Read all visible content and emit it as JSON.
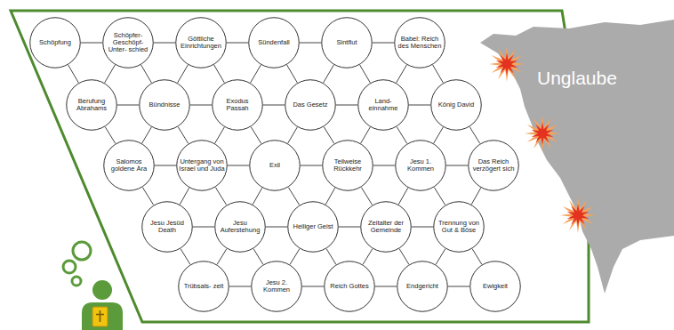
{
  "diagram": {
    "nodes": [
      {
        "text": [
          "Schöpfung"
        ]
      },
      {
        "text": [
          "Schöpfer- Geschöpf- Unter- schied"
        ]
      },
      {
        "text": [
          "Göttliche Einrichtungen"
        ]
      },
      {
        "text": [
          "Sündenfall"
        ]
      },
      {
        "text": [
          "Sintflut"
        ]
      },
      {
        "text": [
          "Babel: Reich des Menschen"
        ]
      },
      {
        "text": [
          "Berufung Abrahams"
        ]
      },
      {
        "text": [
          "Bündnisse"
        ]
      },
      {
        "text": [
          "Exodus Passah"
        ]
      },
      {
        "text": [
          "Das Gesetz"
        ]
      },
      {
        "text": [
          "Land- einnahme"
        ]
      },
      {
        "text": [
          "König David"
        ]
      },
      {
        "text": [
          "Salomos goldene Ära"
        ]
      },
      {
        "text": [
          "Untergang von Israel und Juda"
        ]
      },
      {
        "text": [
          "Exil"
        ]
      },
      {
        "text": [
          "Teilweise Rückkehr"
        ]
      },
      {
        "text": [
          "Jesu 1. Kommen"
        ]
      },
      {
        "text": [
          "Das Reich verzögert sich"
        ]
      },
      {
        "text": [
          "Jesu Jesüd Death"
        ]
      },
      {
        "text": [
          "Jesu Auferstehung"
        ]
      },
      {
        "text": [
          "Heiliger Geist"
        ]
      },
      {
        "text": [
          "Zeitalter der Gemeinde"
        ]
      },
      {
        "text": [
          "Trennung von Gut & Böse"
        ]
      },
      {
        "text": [
          "Trübsals- zeit"
        ]
      },
      {
        "text": [
          "Jesu 2. Kommen"
        ]
      },
      {
        "text": [
          "Reich Gottes"
        ]
      },
      {
        "text": [
          "Endgericht"
        ]
      },
      {
        "text": [
          "Ewigkeit"
        ]
      },
      {
        "text": [
          "Unglaube"
        ]
      }
    ],
    "edges": [
      {
        "from": 0,
        "to": 1,
        "arrow": "none"
      },
      {
        "from": 1,
        "to": 2,
        "arrow": "none"
      },
      {
        "from": 2,
        "to": 3,
        "arrow": "none"
      },
      {
        "from": 3,
        "to": 4,
        "arrow": "none"
      },
      {
        "from": 4,
        "to": 5,
        "arrow": "none"
      },
      {
        "from": 6,
        "to": 7,
        "arrow": "none"
      },
      {
        "from": 7,
        "to": 8,
        "arrow": "none"
      },
      {
        "from": 8,
        "to": 9,
        "arrow": "none"
      },
      {
        "from": 9,
        "to": 10,
        "arrow": "none"
      },
      {
        "from": 10,
        "to": 11,
        "arrow": "none"
      },
      {
        "from": 12,
        "to": 13,
        "arrow": "none"
      },
      {
        "from": 13,
        "to": 14,
        "arrow": "none"
      },
      {
        "from": 14,
        "to": 15,
        "arrow": "none"
      },
      {
        "from": 15,
        "to": 16,
        "arrow": "none"
      },
      {
        "from": 16,
        "to": 17,
        "arrow": "none"
      },
      {
        "from": 18,
        "to": 19,
        "arrow": "none"
      },
      {
        "from": 19,
        "to": 20,
        "arrow": "none"
      },
      {
        "from": 20,
        "to": 21,
        "arrow": "none"
      },
      {
        "from": 21,
        "to": 22,
        "arrow": "none"
      },
      {
        "from": 23,
        "to": 24,
        "arrow": "none"
      },
      {
        "from": 24,
        "to": 25,
        "arrow": "none"
      },
      {
        "from": 25,
        "to": 26,
        "arrow": "none"
      },
      {
        "from": 26,
        "to": 27,
        "arrow": "none"
      },
      {
        "from": 0,
        "to": 6,
        "arrow": "none"
      },
      {
        "from": 1,
        "to": 6,
        "arrow": "none"
      },
      {
        "from": 1,
        "to": 7,
        "arrow": "none"
      },
      {
        "from": 2,
        "to": 7,
        "arrow": "none"
      },
      {
        "from": 2,
        "to": 8,
        "arrow": "none"
      },
      {
        "from": 3,
        "to": 8,
        "arrow": "none"
      },
      {
        "from": 3,
        "to": 9,
        "arrow": "none"
      },
      {
        "from": 4,
        "to": 9,
        "arrow": "none"
      },
      {
        "from": 4,
        "to": 10,
        "arrow": "none"
      },
      {
        "from": 5,
        "to": 10,
        "arrow": "none"
      },
      {
        "from": 5,
        "to": 11,
        "arrow": "none"
      },
      {
        "from": 6,
        "to": 12,
        "arrow": "none"
      },
      {
        "from": 7,
        "to": 12,
        "arrow": "none"
      },
      {
        "from": 7,
        "to": 13,
        "arrow": "none"
      },
      {
        "from": 8,
        "to": 13,
        "arrow": "none"
      },
      {
        "from": 8,
        "to": 14,
        "arrow": "none"
      },
      {
        "from": 9,
        "to": 14,
        "arrow": "none"
      },
      {
        "from": 9,
        "to": 15,
        "arrow": "none"
      },
      {
        "from": 10,
        "to": 15,
        "arrow": "none"
      },
      {
        "from": 10,
        "to": 16,
        "arrow": "none"
      },
      {
        "from": 11,
        "to": 16,
        "arrow": "none"
      },
      {
        "from": 11,
        "to": 17,
        "arrow": "none"
      },
      {
        "from": 12,
        "to": 18,
        "arrow": "none"
      },
      {
        "from": 13,
        "to": 18,
        "arrow": "none"
      },
      {
        "from": 13,
        "to": 19,
        "arrow": "none"
      },
      {
        "from": 14,
        "to": 19,
        "arrow": "none"
      },
      {
        "from": 14,
        "to": 20,
        "arrow": "none"
      },
      {
        "from": 15,
        "to": 20,
        "arrow": "none"
      },
      {
        "from": 15,
        "to": 21,
        "arrow": "none"
      },
      {
        "from": 16,
        "to": 21,
        "arrow": "none"
      },
      {
        "from": 16,
        "to": 22,
        "arrow": "none"
      },
      {
        "from": 17,
        "to": 22,
        "arrow": "none"
      },
      {
        "from": 18,
        "to": 23,
        "arrow": "none"
      },
      {
        "from": 19,
        "to": 23,
        "arrow": "none"
      },
      {
        "from": 19,
        "to": 24,
        "arrow": "none"
      },
      {
        "from": 20,
        "to": 24,
        "arrow": "none"
      },
      {
        "from": 20,
        "to": 25,
        "arrow": "none"
      },
      {
        "from": 21,
        "to": 25,
        "arrow": "none"
      },
      {
        "from": 21,
        "to": 26,
        "arrow": "none"
      },
      {
        "from": 22,
        "to": 26,
        "arrow": "none"
      },
      {
        "from": 22,
        "to": 27,
        "arrow": "none"
      }
    ]
  }
}
